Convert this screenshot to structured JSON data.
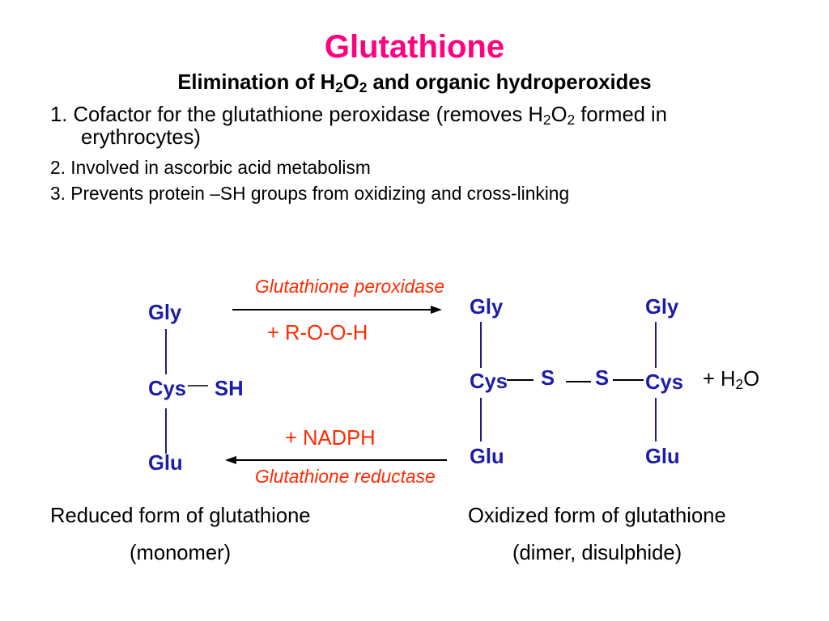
{
  "colors": {
    "background": "#FFFFFF",
    "title": "#FF0080",
    "text": "#000000",
    "residue": "#1C1CA8",
    "enzyme": "#FF2A00",
    "bond": "#1C1C8C",
    "arrow": "#000000"
  },
  "title": "Glutathione",
  "subtitle": {
    "before": "Elimination of H",
    "sub_1": "2",
    "middle": "O",
    "sub_2": "2",
    "after": " and organic hydroperoxides"
  },
  "points": [
    {
      "before": "1. Cofactor for the glutathione peroxidase (removes H",
      "sub_1": "2",
      "middle": "O",
      "sub_2": "2",
      "after": " formed in",
      "continuation": "erythrocytes)"
    },
    {
      "text": "2. Involved in ascorbic acid metabolism"
    },
    {
      "text": "3. Prevents protein –SH groups from oxidizing and cross-linking"
    }
  ],
  "reaction": {
    "forward": {
      "enzyme": "Glutathione peroxidase",
      "reagent": "+ R-O-O-H"
    },
    "reverse": {
      "reagent": "+ NADPH",
      "enzyme": "Glutathione reductase"
    },
    "byproduct": {
      "before": "+ H",
      "sub": "2",
      "after": "O"
    }
  },
  "reduced_form": {
    "residues": {
      "top": "Gly",
      "middle": "Cys",
      "bottom": "Glu"
    },
    "thiol": "SH",
    "caption": "Reduced form of glutathione",
    "note": "(monomer)"
  },
  "oxidized_form": {
    "left": {
      "top": "Gly",
      "middle": "Cys",
      "bottom": "Glu"
    },
    "right": {
      "top": "Gly",
      "middle": "Cys",
      "bottom": "Glu"
    },
    "disulfide": [
      "S",
      "S"
    ],
    "caption": "Oxidized form of glutathione",
    "note": "(dimer, disulphide)"
  }
}
